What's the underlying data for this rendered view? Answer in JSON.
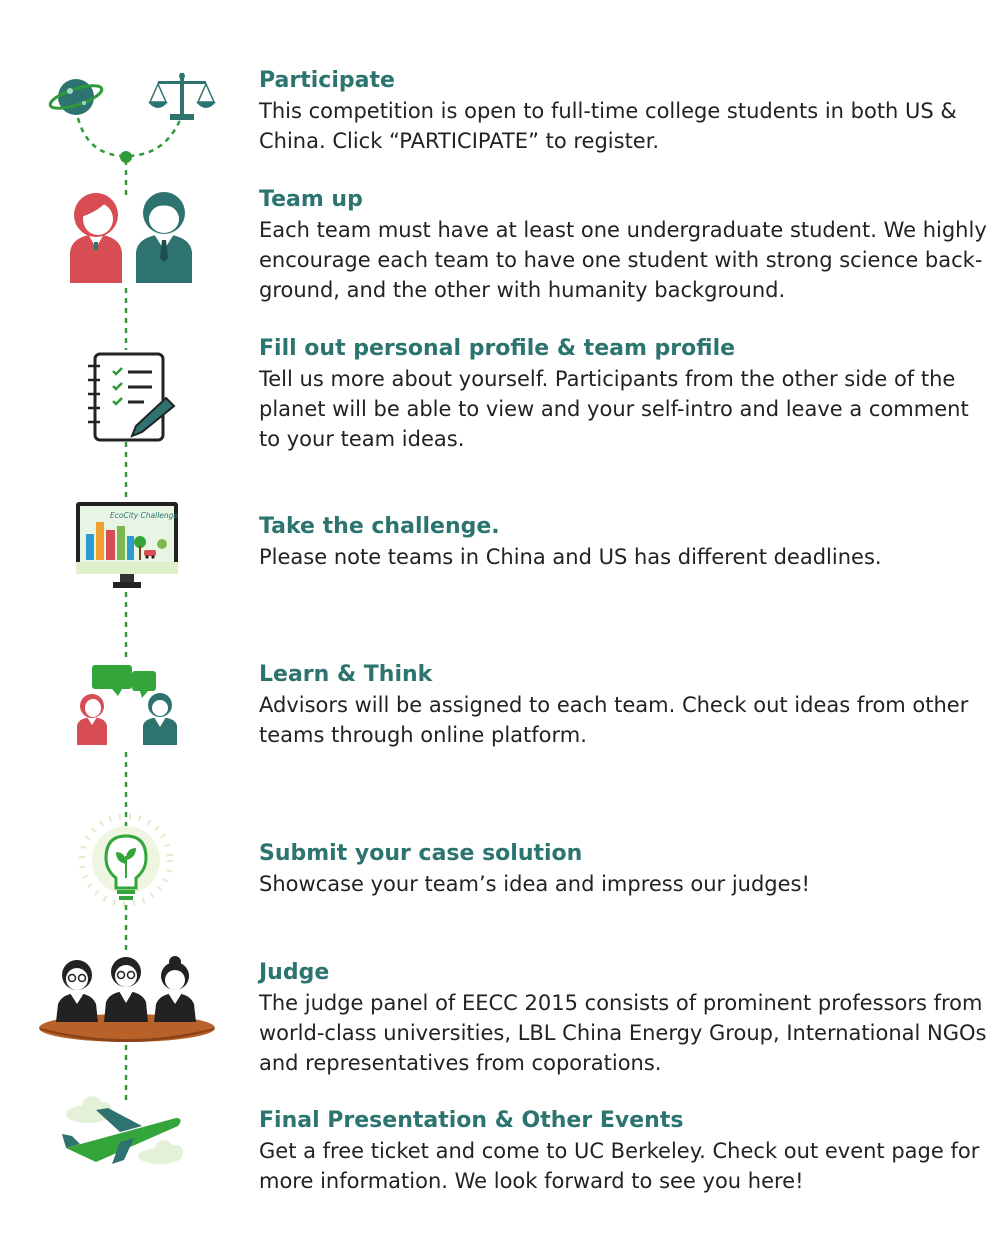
{
  "colors": {
    "title": "#2c7470",
    "body_text": "#222222",
    "connector": "#2e9a3a",
    "teal": "#2e7370",
    "red": "#d84c54",
    "green": "#34a53a",
    "brown": "#b8622a"
  },
  "steps": [
    {
      "icon": "globe-and-scales-icon",
      "title": "Participate",
      "desc": "This competition is open to full-time college students in both US & China.  Click “PARTICIPATE” to register."
    },
    {
      "icon": "team-members-icon",
      "title": "Team up",
      "desc": "Each team must have at least one undergraduate student. We highly encourage each team to have one student with strong science back-ground, and the other with humanity background."
    },
    {
      "icon": "checklist-clipboard-icon",
      "title": "Fill out personal profile & team profile",
      "desc": "Tell us more about yourself. Participants from the other side of the planet will be able to view and your self-intro and leave a comment to your  team ideas."
    },
    {
      "icon": "monitor-icon",
      "title": "Take the challenge.",
      "desc": "Please note teams in China and US has different deadlines.",
      "screen_label": "EcoCity Challenge"
    },
    {
      "icon": "chat-bubbles-icon",
      "title": "Learn & Think",
      "desc": "Advisors will be assigned to each team. Check out ideas from other teams through online platform."
    },
    {
      "icon": "lightbulb-icon",
      "title": "Submit your case solution",
      "desc": "Showcase your team’s idea and impress our judges!"
    },
    {
      "icon": "judges-panel-icon",
      "title": "Judge",
      "desc": "The judge panel of EECC 2015 consists of prominent professors from world-class universities, LBL China Energy Group, International NGOs and representatives from coporations."
    },
    {
      "icon": "airplane-icon",
      "title": "Final Presentation & Other Events",
      "desc": "Get a free ticket and come to UC Berkeley. Check out event page for more information. We look forward to see you here!"
    }
  ]
}
